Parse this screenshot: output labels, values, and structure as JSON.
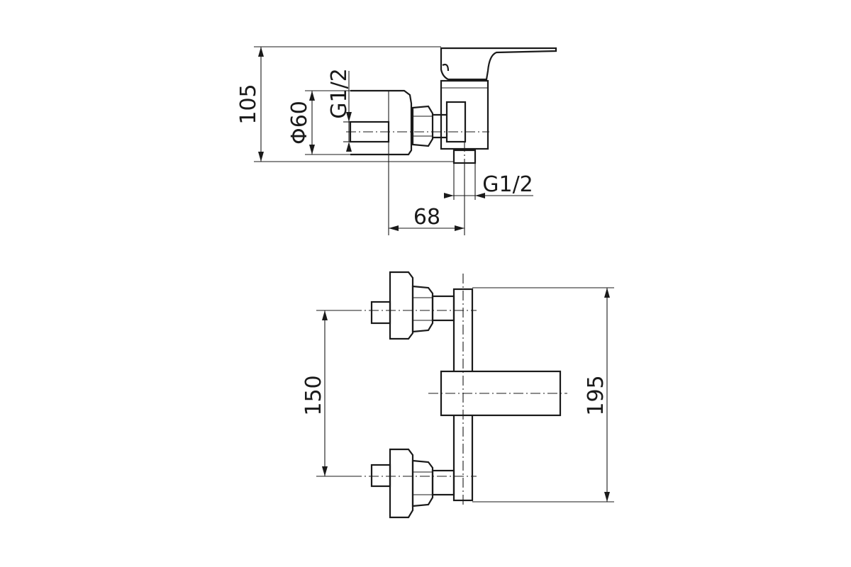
{
  "dimensions": {
    "height_total": "105",
    "diameter_cap": "Φ60",
    "thread_side": "G1/2",
    "thread_bottom": "G1/2",
    "depth": "68",
    "inlet_spacing": "150",
    "body_height": "195"
  }
}
